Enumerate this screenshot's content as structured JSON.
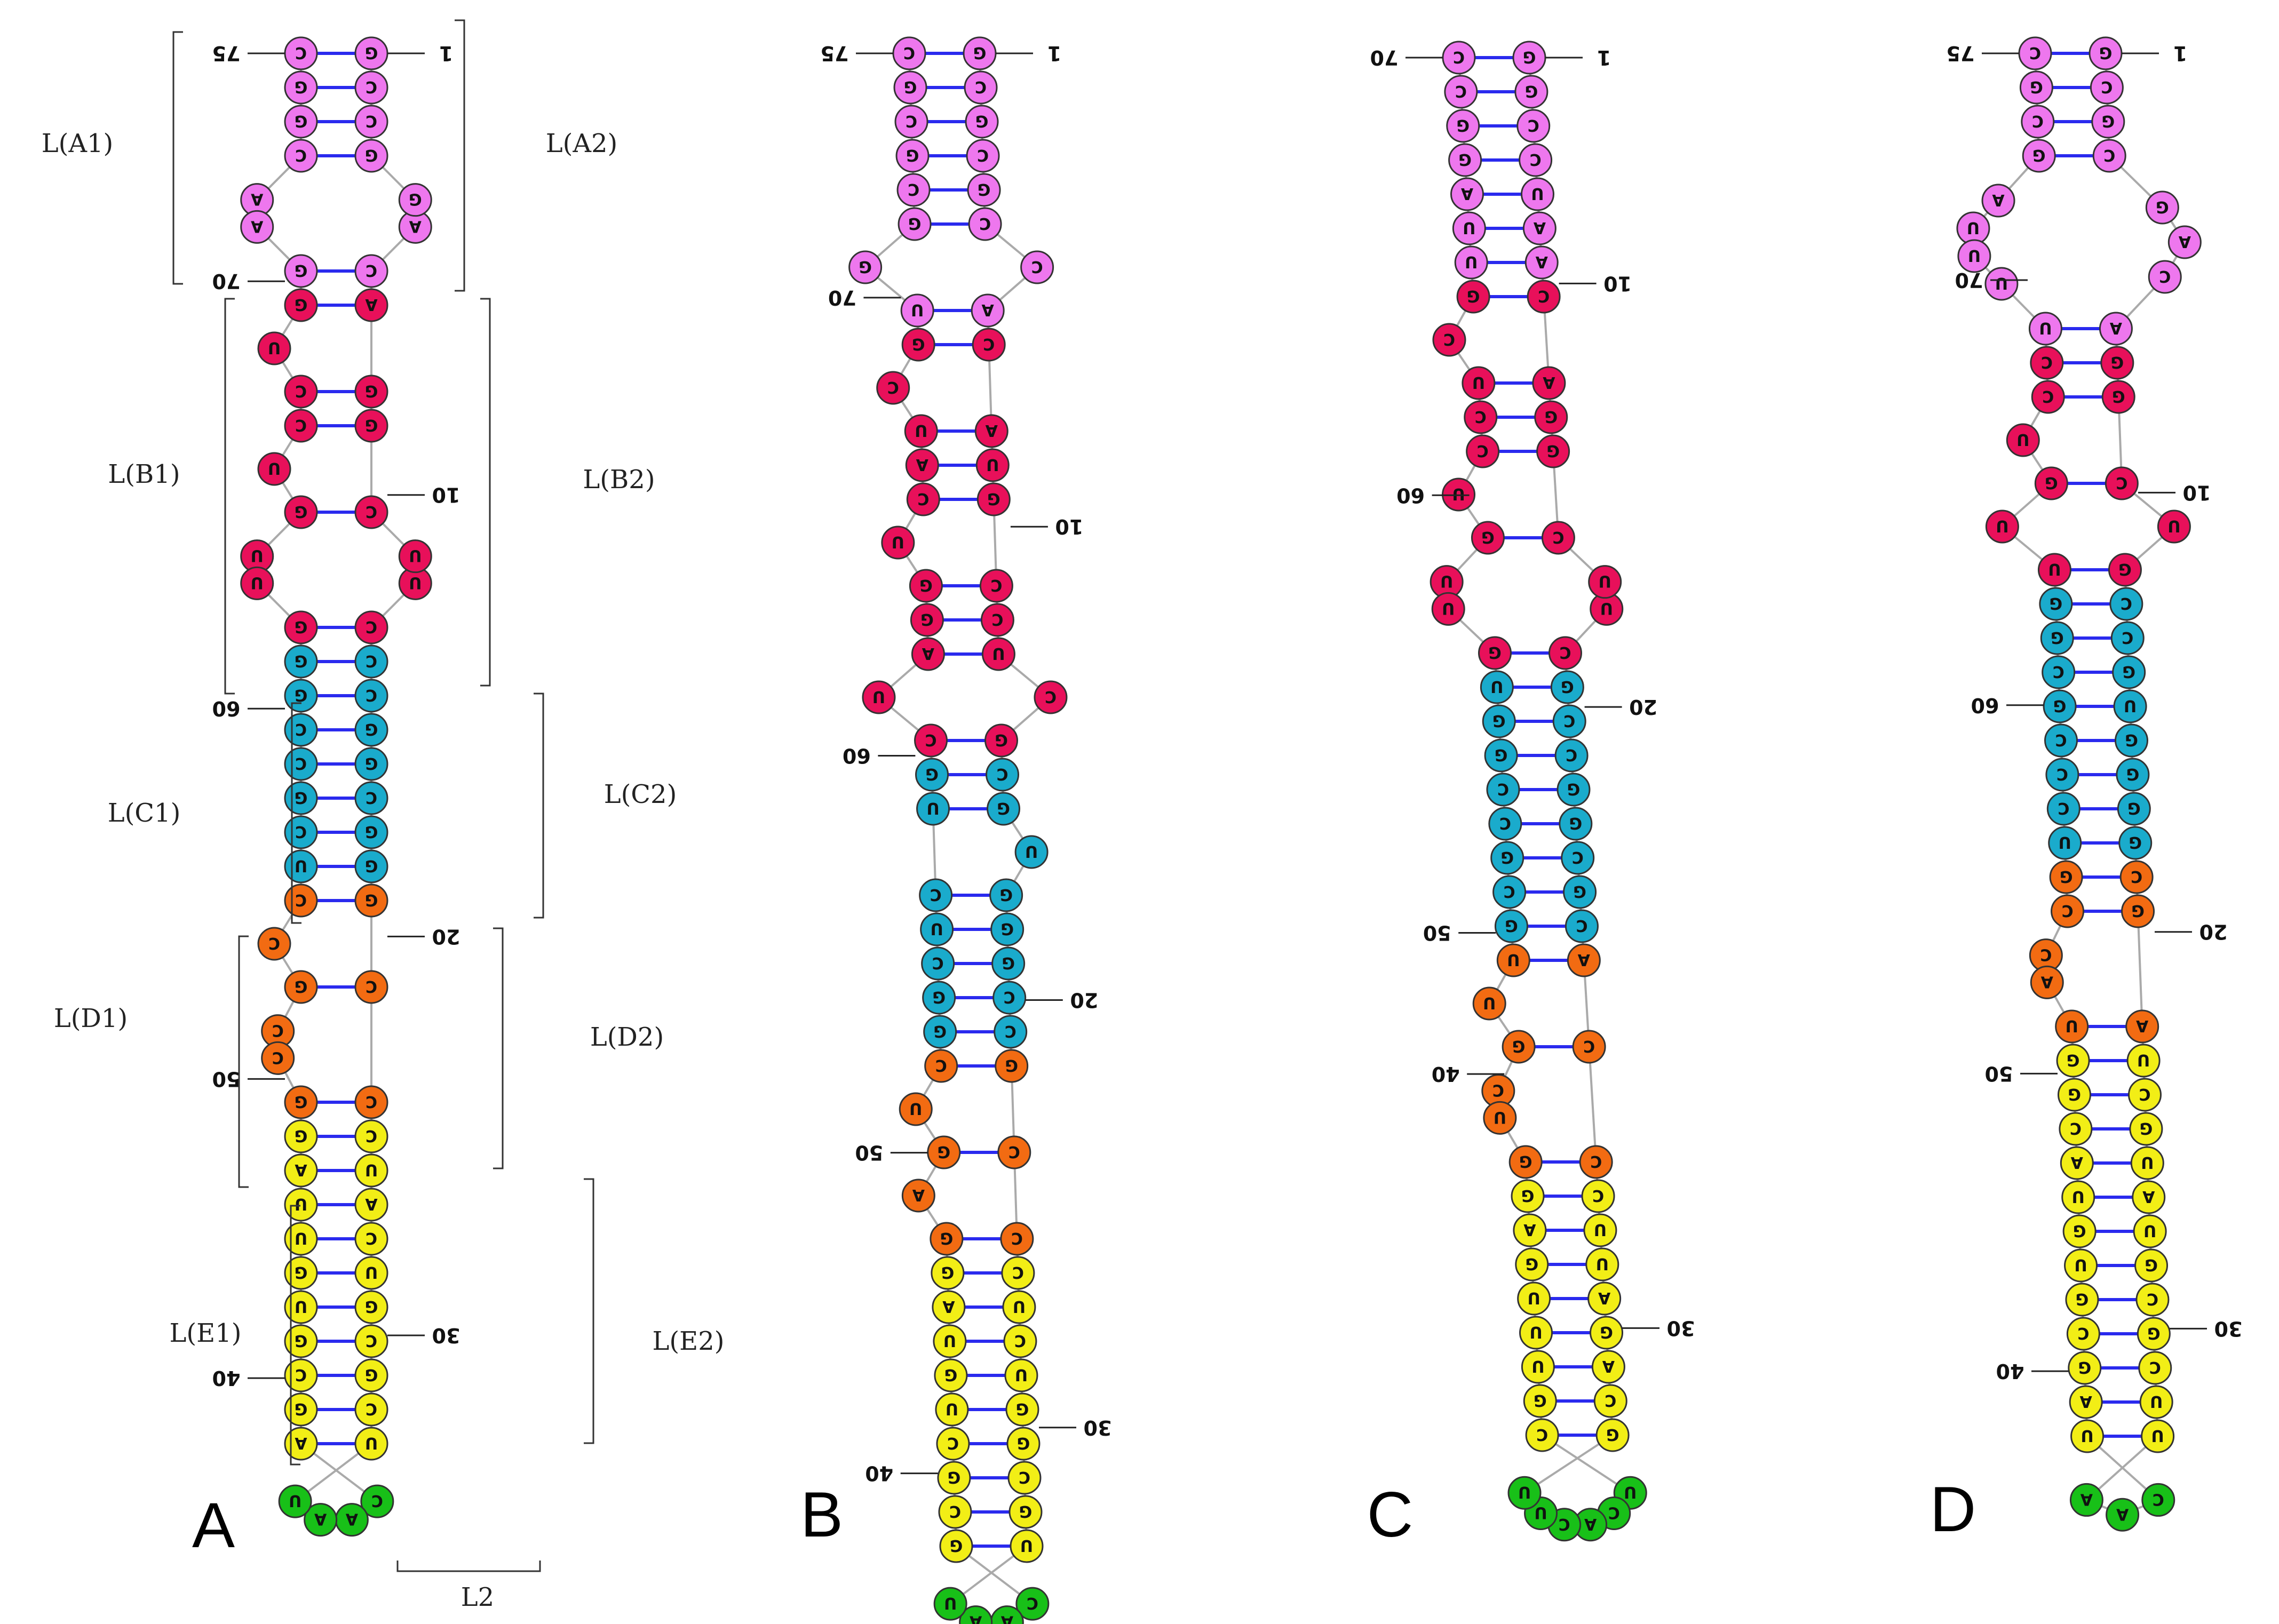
{
  "colors": {
    "A": "#ee77ee",
    "B": "#e8105a",
    "C": "#1aabcc",
    "D": "#f26b12",
    "E": "#f2ee16",
    "loop": "#18c018",
    "bond": "#2a2aee",
    "backbone": "#aaaaaa"
  },
  "panels": [
    {
      "label": "A",
      "regions": [
        {
          "label": "L(A1)"
        },
        {
          "label": "L(A2)"
        },
        {
          "label": "L(B1)"
        },
        {
          "label": "L(B2)"
        },
        {
          "label": "L(C1)"
        },
        {
          "label": "L(C2)"
        },
        {
          "label": "L(D1)"
        },
        {
          "label": "L(D2)"
        },
        {
          "label": "L(E1)"
        },
        {
          "label": "L(E2)"
        },
        {
          "label": "L2"
        }
      ],
      "markers": [
        "1",
        "75",
        "70",
        "10",
        "60",
        "20",
        "50",
        "30",
        "40"
      ],
      "elements": [
        {
          "t": "p",
          "r": "A",
          "left": "C",
          "right": "G"
        },
        {
          "t": "p",
          "r": "A",
          "left": "G",
          "right": "C"
        },
        {
          "t": "p",
          "r": "A",
          "left": "G",
          "right": "C"
        },
        {
          "t": "p",
          "r": "A",
          "left": "C",
          "right": "G"
        },
        {
          "t": "l",
          "r": "A",
          "left": [
            "A",
            "A"
          ],
          "right": [
            "G",
            "A"
          ]
        },
        {
          "t": "p",
          "r": "A",
          "left": "G",
          "right": "C"
        },
        {
          "t": "p",
          "r": "B",
          "left": "G",
          "right": "A"
        },
        {
          "t": "l",
          "r": "B",
          "left": [
            "U"
          ],
          "right": []
        },
        {
          "t": "p",
          "r": "B",
          "left": "C",
          "right": "G"
        },
        {
          "t": "p",
          "r": "B",
          "left": "C",
          "right": "G"
        },
        {
          "t": "l",
          "r": "B",
          "left": [
            "U"
          ],
          "right": []
        },
        {
          "t": "p",
          "r": "B",
          "left": "G",
          "right": "C"
        },
        {
          "t": "l",
          "r": "B",
          "left": [
            "U",
            "U"
          ],
          "right": [
            "U",
            "U"
          ]
        },
        {
          "t": "p",
          "r": "B",
          "left": "G",
          "right": "C"
        },
        {
          "t": "p",
          "r": "C",
          "left": "G",
          "right": "C"
        },
        {
          "t": "p",
          "r": "C",
          "left": "G",
          "right": "C"
        },
        {
          "t": "p",
          "r": "C",
          "left": "C",
          "right": "G"
        },
        {
          "t": "p",
          "r": "C",
          "left": "C",
          "right": "G"
        },
        {
          "t": "p",
          "r": "C",
          "left": "G",
          "right": "C"
        },
        {
          "t": "p",
          "r": "C",
          "left": "C",
          "right": "G"
        },
        {
          "t": "p",
          "r": "C",
          "left": "U",
          "right": "G"
        },
        {
          "t": "p",
          "r": "D",
          "left": "C",
          "right": "G"
        },
        {
          "t": "l",
          "r": "D",
          "left": [
            "C"
          ],
          "right": []
        },
        {
          "t": "p",
          "r": "D",
          "left": "G",
          "right": "C"
        },
        {
          "t": "l",
          "r": "D",
          "left": [
            "C",
            "C"
          ],
          "right": []
        },
        {
          "t": "p",
          "r": "D",
          "left": "G",
          "right": "C"
        },
        {
          "t": "p",
          "r": "E",
          "left": "G",
          "right": "C"
        },
        {
          "t": "p",
          "r": "E",
          "left": "A",
          "right": "U"
        },
        {
          "t": "p",
          "r": "E",
          "left": "U",
          "right": "A"
        },
        {
          "t": "p",
          "r": "E",
          "left": "U",
          "right": "C"
        },
        {
          "t": "p",
          "r": "E",
          "left": "G",
          "right": "U"
        },
        {
          "t": "p",
          "r": "E",
          "left": "U",
          "right": "G"
        },
        {
          "t": "p",
          "r": "E",
          "left": "G",
          "right": "C"
        },
        {
          "t": "p",
          "r": "E",
          "left": "C",
          "right": "G"
        },
        {
          "t": "p",
          "r": "E",
          "left": "G",
          "right": "C"
        },
        {
          "t": "p",
          "r": "E",
          "left": "A",
          "right": "U"
        },
        {
          "t": "h",
          "r": "loop",
          "bases": [
            "C",
            "A",
            "A",
            "U"
          ]
        }
      ]
    },
    {
      "label": "B",
      "regions": [],
      "markers": [
        "1",
        "75",
        "70",
        "10",
        "60",
        "20",
        "50",
        "30",
        "40"
      ],
      "elements": [
        {
          "t": "p",
          "r": "A",
          "left": "C",
          "right": "G"
        },
        {
          "t": "p",
          "r": "A",
          "left": "G",
          "right": "C"
        },
        {
          "t": "p",
          "r": "A",
          "left": "C",
          "right": "G"
        },
        {
          "t": "p",
          "r": "A",
          "left": "G",
          "right": "C"
        },
        {
          "t": "p",
          "r": "A",
          "left": "C",
          "right": "G"
        },
        {
          "t": "p",
          "r": "A",
          "left": "G",
          "right": "C"
        },
        {
          "t": "l",
          "r": "A",
          "left": [
            "G"
          ],
          "right": [
            "C"
          ]
        },
        {
          "t": "p",
          "r": "A",
          "left": "U",
          "right": "A"
        },
        {
          "t": "p",
          "r": "B",
          "left": "G",
          "right": "C"
        },
        {
          "t": "l",
          "r": "B",
          "left": [
            "C"
          ],
          "right": []
        },
        {
          "t": "p",
          "r": "B",
          "left": "U",
          "right": "A"
        },
        {
          "t": "p",
          "r": "B",
          "left": "A",
          "right": "U"
        },
        {
          "t": "p",
          "r": "B",
          "left": "C",
          "right": "G"
        },
        {
          "t": "l",
          "r": "B",
          "left": [
            "U"
          ],
          "right": []
        },
        {
          "t": "p",
          "r": "B",
          "left": "G",
          "right": "C"
        },
        {
          "t": "p",
          "r": "B",
          "left": "G",
          "right": "C"
        },
        {
          "t": "p",
          "r": "B",
          "left": "A",
          "right": "U"
        },
        {
          "t": "l",
          "r": "B",
          "left": [
            "U"
          ],
          "right": [
            "C"
          ]
        },
        {
          "t": "p",
          "r": "B",
          "left": "C",
          "right": "G"
        },
        {
          "t": "p",
          "r": "C",
          "left": "G",
          "right": "C"
        },
        {
          "t": "p",
          "r": "C",
          "left": "U",
          "right": "G"
        },
        {
          "t": "l",
          "r": "C",
          "left": [],
          "right": [
            "U"
          ]
        },
        {
          "t": "p",
          "r": "C",
          "left": "C",
          "right": "G"
        },
        {
          "t": "p",
          "r": "C",
          "left": "U",
          "right": "G"
        },
        {
          "t": "p",
          "r": "C",
          "left": "C",
          "right": "G"
        },
        {
          "t": "p",
          "r": "C",
          "left": "G",
          "right": "C"
        },
        {
          "t": "p",
          "r": "C",
          "left": "G",
          "right": "C"
        },
        {
          "t": "p",
          "r": "D",
          "left": "C",
          "right": "G"
        },
        {
          "t": "l",
          "r": "D",
          "left": [
            "U"
          ],
          "right": []
        },
        {
          "t": "p",
          "r": "D",
          "left": "G",
          "right": "C"
        },
        {
          "t": "l",
          "r": "D",
          "left": [
            "A"
          ],
          "right": []
        },
        {
          "t": "p",
          "r": "D",
          "left": "G",
          "right": "C"
        },
        {
          "t": "p",
          "r": "E",
          "left": "G",
          "right": "C"
        },
        {
          "t": "p",
          "r": "E",
          "left": "A",
          "right": "U"
        },
        {
          "t": "p",
          "r": "E",
          "left": "U",
          "right": "C"
        },
        {
          "t": "p",
          "r": "E",
          "left": "G",
          "right": "U"
        },
        {
          "t": "p",
          "r": "E",
          "left": "U",
          "right": "G"
        },
        {
          "t": "p",
          "r": "E",
          "left": "C",
          "right": "G"
        },
        {
          "t": "p",
          "r": "E",
          "left": "G",
          "right": "C"
        },
        {
          "t": "p",
          "r": "E",
          "left": "C",
          "right": "G"
        },
        {
          "t": "p",
          "r": "E",
          "left": "G",
          "right": "U"
        },
        {
          "t": "h",
          "r": "loop",
          "bases": [
            "C",
            "A",
            "A",
            "U"
          ]
        }
      ]
    },
    {
      "label": "C",
      "regions": [],
      "markers": [
        "1",
        "70",
        "10",
        "60",
        "20",
        "50",
        "40",
        "30"
      ],
      "elements": [
        {
          "t": "p",
          "r": "A",
          "left": "C",
          "right": "G"
        },
        {
          "t": "p",
          "r": "A",
          "left": "C",
          "right": "G"
        },
        {
          "t": "p",
          "r": "A",
          "left": "G",
          "right": "C"
        },
        {
          "t": "p",
          "r": "A",
          "left": "G",
          "right": "C"
        },
        {
          "t": "p",
          "r": "A",
          "left": "A",
          "right": "U"
        },
        {
          "t": "p",
          "r": "A",
          "left": "U",
          "right": "A"
        },
        {
          "t": "p",
          "r": "A",
          "left": "U",
          "right": "A"
        },
        {
          "t": "p",
          "r": "B",
          "left": "G",
          "right": "C"
        },
        {
          "t": "l",
          "r": "B",
          "left": [
            "C"
          ],
          "right": []
        },
        {
          "t": "p",
          "r": "B",
          "left": "U",
          "right": "A"
        },
        {
          "t": "p",
          "r": "B",
          "left": "C",
          "right": "G"
        },
        {
          "t": "p",
          "r": "B",
          "left": "C",
          "right": "G"
        },
        {
          "t": "l",
          "r": "B",
          "left": [
            "U"
          ],
          "right": []
        },
        {
          "t": "p",
          "r": "B",
          "left": "G",
          "right": "C"
        },
        {
          "t": "l",
          "r": "B",
          "left": [
            "U",
            "U"
          ],
          "right": [
            "U",
            "U"
          ]
        },
        {
          "t": "p",
          "r": "B",
          "left": "G",
          "right": "C"
        },
        {
          "t": "p",
          "r": "C",
          "left": "U",
          "right": "G"
        },
        {
          "t": "p",
          "r": "C",
          "left": "G",
          "right": "C"
        },
        {
          "t": "p",
          "r": "C",
          "left": "G",
          "right": "C"
        },
        {
          "t": "p",
          "r": "C",
          "left": "C",
          "right": "G"
        },
        {
          "t": "p",
          "r": "C",
          "left": "C",
          "right": "G"
        },
        {
          "t": "p",
          "r": "C",
          "left": "G",
          "right": "C"
        },
        {
          "t": "p",
          "r": "C",
          "left": "C",
          "right": "G"
        },
        {
          "t": "p",
          "r": "C",
          "left": "G",
          "right": "C"
        },
        {
          "t": "p",
          "r": "D",
          "left": "U",
          "right": "A"
        },
        {
          "t": "l",
          "r": "D",
          "left": [
            "U"
          ],
          "right": []
        },
        {
          "t": "p",
          "r": "D",
          "left": "G",
          "right": "C"
        },
        {
          "t": "l",
          "r": "D",
          "left": [
            "C",
            "U"
          ],
          "right": []
        },
        {
          "t": "p",
          "r": "D",
          "left": "G",
          "right": "C"
        },
        {
          "t": "p",
          "r": "E",
          "left": "G",
          "right": "C"
        },
        {
          "t": "p",
          "r": "E",
          "left": "A",
          "right": "U"
        },
        {
          "t": "p",
          "r": "E",
          "left": "G",
          "right": "U"
        },
        {
          "t": "p",
          "r": "E",
          "left": "U",
          "right": "A"
        },
        {
          "t": "p",
          "r": "E",
          "left": "U",
          "right": "G"
        },
        {
          "t": "p",
          "r": "E",
          "left": "U",
          "right": "A"
        },
        {
          "t": "p",
          "r": "E",
          "left": "G",
          "right": "C"
        },
        {
          "t": "p",
          "r": "E",
          "left": "C",
          "right": "G"
        },
        {
          "t": "h",
          "r": "loop",
          "bases": [
            "U",
            "C",
            "A",
            "C",
            "U",
            "U"
          ]
        }
      ]
    },
    {
      "label": "D",
      "regions": [],
      "markers": [
        "1",
        "75",
        "70",
        "10",
        "60",
        "20",
        "50",
        "30",
        "40"
      ],
      "elements": [
        {
          "t": "p",
          "r": "A",
          "left": "C",
          "right": "G"
        },
        {
          "t": "p",
          "r": "A",
          "left": "G",
          "right": "C"
        },
        {
          "t": "p",
          "r": "A",
          "left": "C",
          "right": "G"
        },
        {
          "t": "p",
          "r": "A",
          "left": "G",
          "right": "C"
        },
        {
          "t": "l",
          "r": "A",
          "left": [
            "A",
            "U",
            "U",
            "U"
          ],
          "right": [
            "G",
            "A",
            "C"
          ]
        },
        {
          "t": "p",
          "r": "A",
          "left": "U",
          "right": "A"
        },
        {
          "t": "p",
          "r": "B",
          "left": "C",
          "right": "G"
        },
        {
          "t": "p",
          "r": "B",
          "left": "C",
          "right": "G"
        },
        {
          "t": "l",
          "r": "B",
          "left": [
            "U"
          ],
          "right": []
        },
        {
          "t": "p",
          "r": "B",
          "left": "G",
          "right": "C"
        },
        {
          "t": "l",
          "r": "B",
          "left": [
            "U"
          ],
          "right": [
            "U"
          ]
        },
        {
          "t": "p",
          "r": "B",
          "left": "U",
          "right": "G"
        },
        {
          "t": "p",
          "r": "C",
          "left": "G",
          "right": "C"
        },
        {
          "t": "p",
          "r": "C",
          "left": "G",
          "right": "C"
        },
        {
          "t": "p",
          "r": "C",
          "left": "C",
          "right": "G"
        },
        {
          "t": "p",
          "r": "C",
          "left": "G",
          "right": "U"
        },
        {
          "t": "p",
          "r": "C",
          "left": "C",
          "right": "G"
        },
        {
          "t": "p",
          "r": "C",
          "left": "C",
          "right": "G"
        },
        {
          "t": "p",
          "r": "C",
          "left": "C",
          "right": "G"
        },
        {
          "t": "p",
          "r": "C",
          "left": "U",
          "right": "G"
        },
        {
          "t": "p",
          "r": "D",
          "left": "G",
          "right": "C"
        },
        {
          "t": "p",
          "r": "D",
          "left": "C",
          "right": "G"
        },
        {
          "t": "l",
          "r": "D",
          "left": [
            "C",
            "A"
          ],
          "right": []
        },
        {
          "t": "p",
          "r": "D",
          "left": "U",
          "right": "A"
        },
        {
          "t": "p",
          "r": "E",
          "left": "G",
          "right": "U"
        },
        {
          "t": "p",
          "r": "E",
          "left": "G",
          "right": "C"
        },
        {
          "t": "p",
          "r": "E",
          "left": "C",
          "right": "G"
        },
        {
          "t": "p",
          "r": "E",
          "left": "A",
          "right": "U"
        },
        {
          "t": "p",
          "r": "E",
          "left": "U",
          "right": "A"
        },
        {
          "t": "p",
          "r": "E",
          "left": "G",
          "right": "U"
        },
        {
          "t": "p",
          "r": "E",
          "left": "U",
          "right": "G"
        },
        {
          "t": "p",
          "r": "E",
          "left": "G",
          "right": "C"
        },
        {
          "t": "p",
          "r": "E",
          "left": "C",
          "right": "G"
        },
        {
          "t": "p",
          "r": "E",
          "left": "G",
          "right": "C"
        },
        {
          "t": "p",
          "r": "E",
          "left": "A",
          "right": "U"
        },
        {
          "t": "p",
          "r": "E",
          "left": "U",
          "right": "U"
        },
        {
          "t": "h",
          "r": "loop",
          "bases": [
            "C",
            "A",
            "A"
          ]
        }
      ]
    }
  ]
}
